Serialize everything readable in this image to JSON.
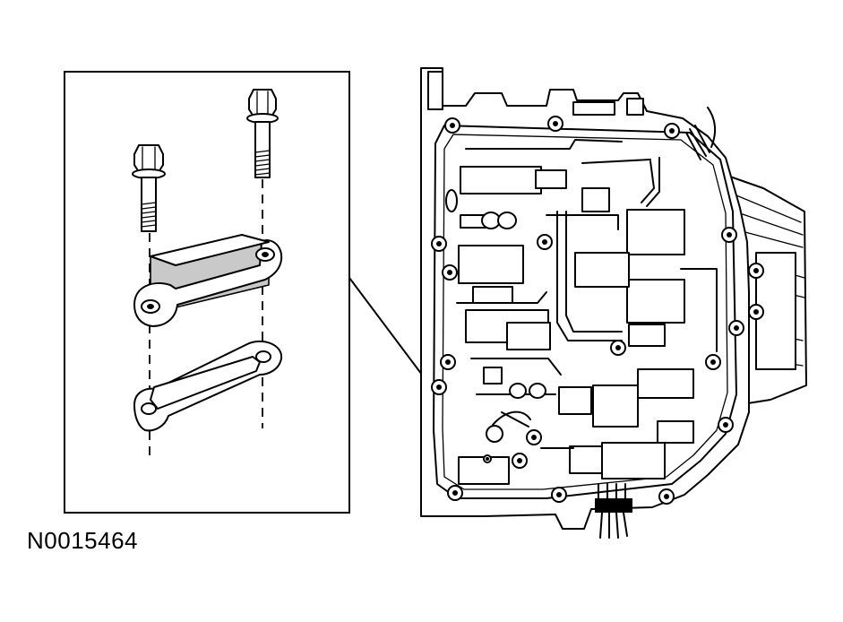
{
  "figure": {
    "id": "N0015464"
  },
  "colors": {
    "line": "#000000",
    "fill_light": "#ffffff",
    "fill_gray": "#c9c9c9"
  },
  "parts": [
    "inset-frame",
    "bolt-short",
    "bolt-long",
    "cover-plate",
    "gasket",
    "leader-line",
    "valve-body-assembly"
  ]
}
